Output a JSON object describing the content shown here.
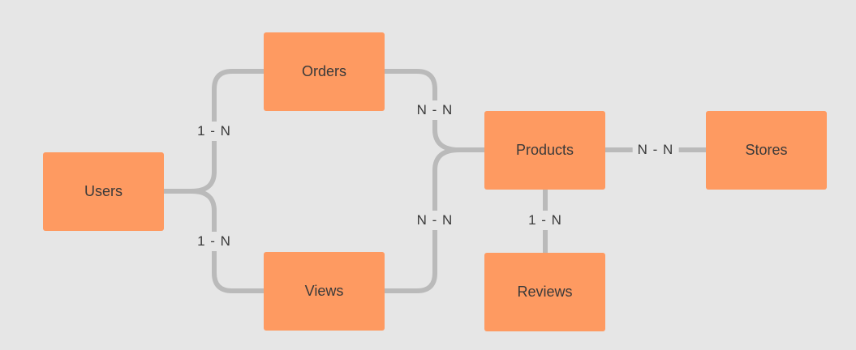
{
  "diagram": {
    "entities": {
      "users": "Users",
      "orders": "Orders",
      "views": "Views",
      "products": "Products",
      "stores": "Stores",
      "reviews": "Reviews"
    },
    "relations": {
      "users_orders": "1 - N",
      "users_views": "1 - N",
      "orders_products": "N - N",
      "views_products": "N - N",
      "products_stores": "N - N",
      "products_reviews": "1 - N"
    }
  },
  "colors": {
    "background": "#e6e6e6",
    "entity_fill": "#fe9a61",
    "connector": "#bababa",
    "text": "#3a3a3a"
  }
}
